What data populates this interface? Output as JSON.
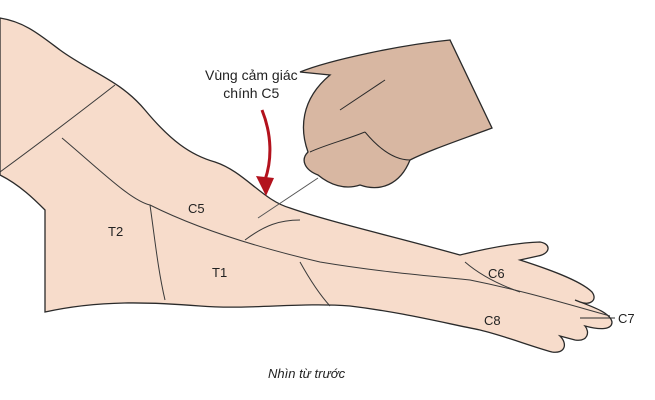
{
  "callout": {
    "line1": "Vùng cảm giác",
    "line2": "chính C5"
  },
  "labels": {
    "c5": "C5",
    "t2": "T2",
    "t1": "T1",
    "c6": "C6",
    "c7": "C7",
    "c8": "C8"
  },
  "caption": "Nhìn từ trước",
  "colors": {
    "skin": "#f7dccb",
    "hand": "#d8b7a2",
    "outline": "#2a2a2a",
    "arrow": "#b3121d"
  }
}
